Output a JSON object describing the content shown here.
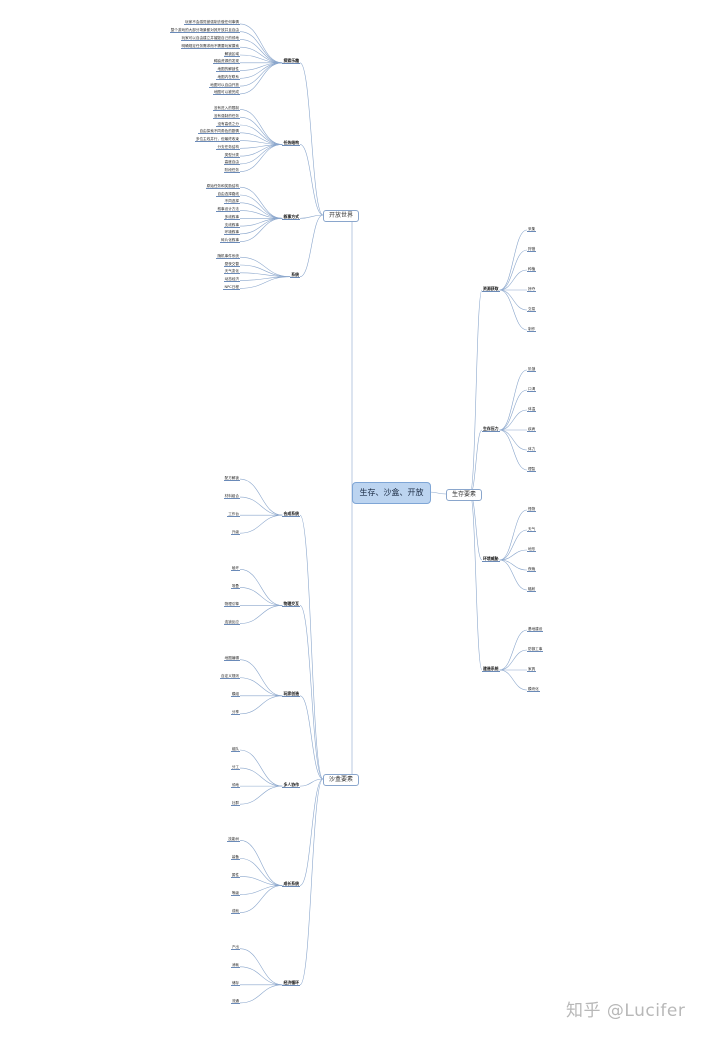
{
  "root": "生存、沙盒、开放",
  "branches": {
    "open_world": "开放世界",
    "survival": "生存要素",
    "sandbox": "沙盒要素"
  },
  "watermark": "知乎 @Lucifer",
  "groups": [
    {
      "id": "g1",
      "title": "探索乐趣",
      "items": [
        "玩家不会感觉被强制去做任何事情",
        "整个游戏的大部分场景都对其开放并且自由",
        "玩家可以自由建立并摧毁自己的领地",
        "明确规定任务需求而不需要玩家摸索",
        "解锁区域",
        "稀缺资源的发现",
        "地图的解锁性",
        "地图内在联系",
        "地图可以自由开放",
        "地图可以被完成"
      ]
    },
    {
      "id": "g2",
      "title": "任务结构",
      "items": [
        "没有进入的限制",
        "没有强制的任务",
        "没有高低之分",
        "自由探索不同角色的剧情",
        "多位主线并行，但最终收束",
        "分支任务结构",
        "类型分类",
        "高度自由",
        "阶段任务"
      ]
    },
    {
      "id": "g3",
      "title": "叙事方式",
      "items": [
        "原始任务和奖励结构",
        "自由选择路线",
        "不同选择",
        "叙事设计方法",
        "多线叙事",
        "支线叙事",
        "环境叙事",
        "碎片化叙事"
      ]
    },
    {
      "id": "g4",
      "title": "系统",
      "items": [
        "随机事件系统",
        "昼夜交替",
        "天气变化",
        "动态经济",
        "NPC日程"
      ]
    },
    {
      "id": "g5",
      "title": "资源获取",
      "items": [
        "采集",
        "狩猎",
        "种植",
        "掠夺",
        "交易",
        "制作"
      ]
    },
    {
      "id": "g6",
      "title": "生存压力",
      "items": [
        "饥饿",
        "口渴",
        "体温",
        "疾病",
        "体力",
        "理智"
      ]
    },
    {
      "id": "g7",
      "title": "环境威胁",
      "items": [
        "怪物",
        "天气",
        "地形",
        "夜晚",
        "辐射"
      ]
    },
    {
      "id": "g8",
      "title": "建造系统",
      "items": [
        "基地建设",
        "防御工事",
        "家具",
        "模块化"
      ]
    },
    {
      "id": "g9",
      "title": "合成系统",
      "items": [
        "配方解锁",
        "材料组合",
        "工作台",
        "升级"
      ]
    },
    {
      "id": "g10",
      "title": "物理交互",
      "items": [
        "破坏",
        "堆叠",
        "物理引擎",
        "连锁反应"
      ]
    },
    {
      "id": "g11",
      "title": "玩家创造",
      "items": [
        "地图编辑",
        "自定义规则",
        "模组",
        "分享"
      ]
    },
    {
      "id": "g12",
      "title": "多人协作",
      "items": [
        "组队",
        "分工",
        "领地",
        "社群"
      ]
    },
    {
      "id": "g13",
      "title": "成长系统",
      "items": [
        "技能树",
        "装备",
        "属性",
        "等级",
        "成就"
      ]
    },
    {
      "id": "g14",
      "title": "经济循环",
      "items": [
        "产出",
        "消耗",
        "储存",
        "流通"
      ]
    }
  ]
}
